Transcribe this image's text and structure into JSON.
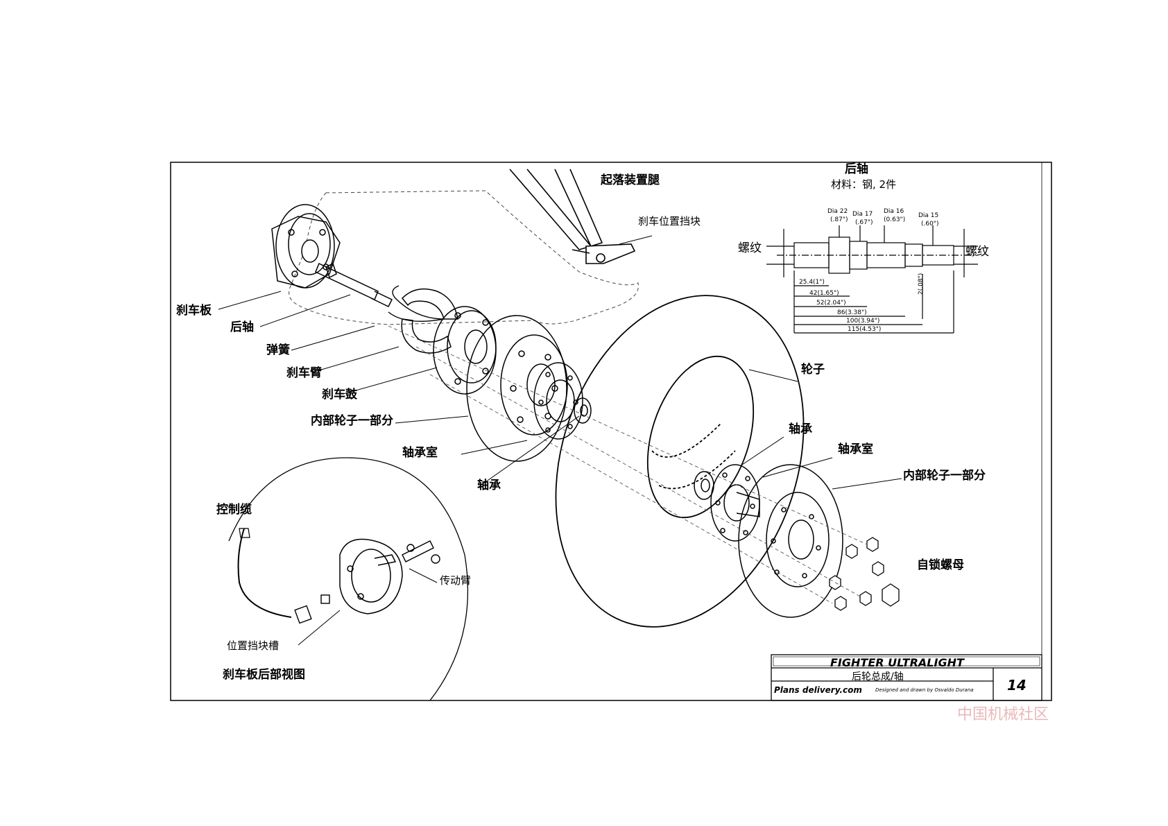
{
  "labels": {
    "landing_gear_leg": "起落装置腿",
    "brake_stop": "刹车位置挡块",
    "brake_plate": "刹车板",
    "rear_axle": "后轴",
    "spring": "弹簧",
    "brake_arm": "刹车臂",
    "brake_drum": "刹车鼓",
    "inner_wheel_half_left": "内部轮子一部分",
    "bearing_housing_left": "轴承室",
    "bearing_left": "轴承",
    "wheel": "轮子",
    "bearing_right": "轴承",
    "bearing_housing_right": "轴承室",
    "inner_wheel_half_right": "内部轮子一部分",
    "locknut": "自锁螺母",
    "control_cable": "控制缆",
    "actuating_arm": "传动臂",
    "stop_slot": "位置挡块槽",
    "brake_plate_rear_view": "刹车板后部视图"
  },
  "axle_detail": {
    "title": "后轴",
    "material": "材料：钢, 2件",
    "thread_left": "螺纹",
    "thread_right": "螺纹",
    "diameters": [
      {
        "label": "Dia 22",
        "inch": "(.87\")"
      },
      {
        "label": "Dia 17",
        "inch": "(.67\")"
      },
      {
        "label": "Dia 16",
        "inch": "(0.63\")"
      },
      {
        "label": "Dia 15",
        "inch": "(.60\")"
      }
    ],
    "lengths": [
      "25.4(1\")",
      "42(1.65\")",
      "52(2.04\")",
      "86(3.38\")",
      "100(3.94\")",
      "115(4.53\")"
    ],
    "vertical_dim": "2(.08\")"
  },
  "title_block": {
    "title": "FIGHTER ULTRALIGHT",
    "subtitle": "后轮总成/轴",
    "brand": "Plans delivery.com",
    "credit": "Designed and drawn by Osvaldo Durana",
    "page": "14"
  },
  "watermark": "中国机械社区"
}
